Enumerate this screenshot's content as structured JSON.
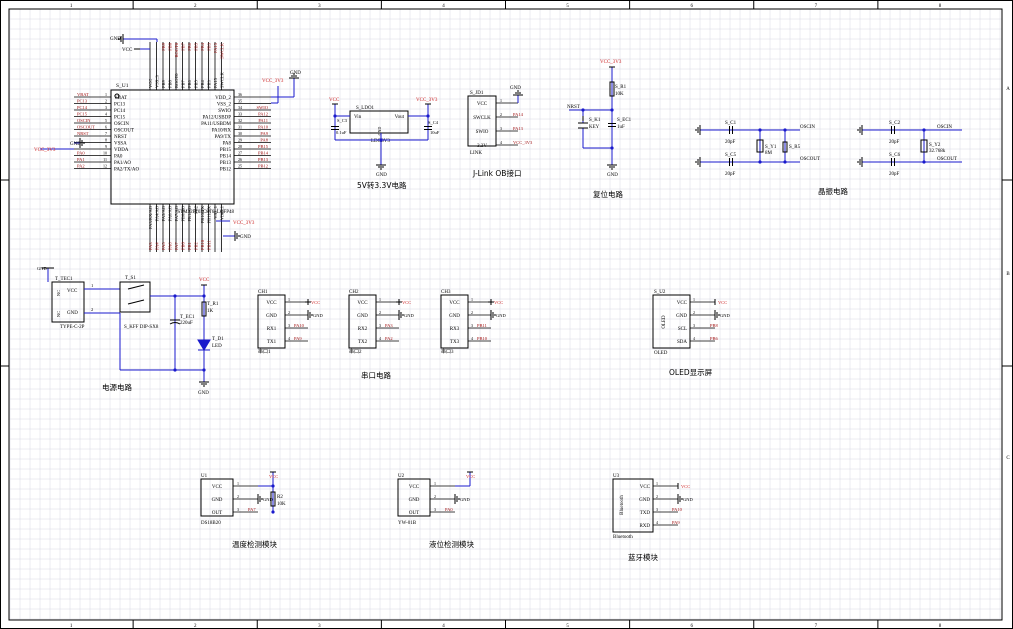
{
  "border": {
    "cols": [
      "1",
      "2",
      "3",
      "4",
      "5",
      "6",
      "7",
      "8"
    ],
    "rows": [
      "A",
      "B",
      "C"
    ]
  },
  "mcu": {
    "ref": "S_U1",
    "part": "STM32F103C8T6_LQFP48",
    "left_pins": [
      {
        "num": "1",
        "name": "VBAT",
        "net": "VBAT"
      },
      {
        "num": "2",
        "name": "PC13",
        "net": "PC13"
      },
      {
        "num": "3",
        "name": "PC14",
        "net": "PC14"
      },
      {
        "num": "4",
        "name": "PC15",
        "net": "PC15"
      },
      {
        "num": "5",
        "name": "OSCIN",
        "net": "OSCIN"
      },
      {
        "num": "6",
        "name": "OSCOUT",
        "net": "OSCOUT"
      },
      {
        "num": "7",
        "name": "NRST",
        "net": "NRST"
      },
      {
        "num": "8",
        "name": "VSSA",
        "net": ""
      },
      {
        "num": "9",
        "name": "VDDA",
        "net": ""
      },
      {
        "num": "10",
        "name": "PA0",
        "net": "PA0"
      },
      {
        "num": "11",
        "name": "PA1/AO",
        "net": "PA1"
      },
      {
        "num": "12",
        "name": "PA2/TX/AO",
        "net": "PA2"
      }
    ],
    "right_pins": [
      {
        "num": "36",
        "name": "VDD_2",
        "net": ""
      },
      {
        "num": "35",
        "name": "VSS_2",
        "net": ""
      },
      {
        "num": "34",
        "name": "SWIO",
        "net": "SWIO"
      },
      {
        "num": "33",
        "name": "PA12/USBDP",
        "net": "PA12"
      },
      {
        "num": "32",
        "name": "PA11/USBDM",
        "net": "PA11"
      },
      {
        "num": "31",
        "name": "PA10/RX",
        "net": "PA10"
      },
      {
        "num": "30",
        "name": "PA9/TX",
        "net": "PA9"
      },
      {
        "num": "29",
        "name": "PA8",
        "net": "PA8"
      },
      {
        "num": "28",
        "name": "PB15",
        "net": "PB15"
      },
      {
        "num": "27",
        "name": "PB14",
        "net": "PB14"
      },
      {
        "num": "26",
        "name": "PB13",
        "net": "PB13"
      },
      {
        "num": "25",
        "name": "PB12",
        "net": "PB12"
      }
    ],
    "top_pins": [
      {
        "name": "VCC",
        "net": ""
      },
      {
        "name": "VSS_3",
        "net": ""
      },
      {
        "name": "PB9",
        "net": "PB9"
      },
      {
        "name": "PB8",
        "net": "PB8"
      },
      {
        "name": "BOOT0",
        "net": "BOOT0"
      },
      {
        "name": "PB7",
        "net": "PB7"
      },
      {
        "name": "PB6",
        "net": "PB6"
      },
      {
        "name": "PB5",
        "net": "PB5"
      },
      {
        "name": "PB4",
        "net": "PB4"
      },
      {
        "name": "PB3",
        "net": "PB3"
      },
      {
        "name": "PA15",
        "net": "PA15"
      },
      {
        "name": "SWCLK",
        "net": "SWCLK"
      }
    ],
    "bottom_pins": [
      {
        "name": "PA3/RX/AO",
        "net": "PA3"
      },
      {
        "name": "PA4/AO",
        "net": "PA4"
      },
      {
        "name": "PA5/AO",
        "net": "PA5"
      },
      {
        "name": "PA6/AO",
        "net": "PA6"
      },
      {
        "name": "PA7/AO",
        "net": "PA7"
      },
      {
        "name": "PB0/AO",
        "net": "PB0"
      },
      {
        "name": "PB1/AO",
        "net": "PB1"
      },
      {
        "name": "PB2",
        "net": "PB2"
      },
      {
        "name": "PB10/TX",
        "net": "PB10"
      },
      {
        "name": "PB11/RX",
        "net": "PB11"
      },
      {
        "name": "VSS_1",
        "net": ""
      },
      {
        "name": "VDD_1",
        "net": ""
      }
    ],
    "labels": {
      "gnd": "GND",
      "vcc": "VCC",
      "vcc33": "VCC_3V3"
    }
  },
  "ldo": {
    "ref": "S_LDO1",
    "part": "LDO3V3",
    "vin": "Vin",
    "vout": "Vout",
    "gnd": "GND",
    "c_in": "S_C3",
    "c_in_val": "0.1uF",
    "c_out": "S_C4",
    "c_out_val": "10uF",
    "vcc": "VCC",
    "vcc33": "VCC_3V3",
    "gnd_label": "GND",
    "title": "5V转3.3V电路"
  },
  "jlink": {
    "ref": "S_JD1",
    "part": "LINK",
    "pins": [
      {
        "num": "1",
        "name": "VCC",
        "net": ""
      },
      {
        "num": "2",
        "name": "SWCLK",
        "net": "PA14"
      },
      {
        "num": "3",
        "name": "SWIO",
        "net": "PA13"
      },
      {
        "num": "4",
        "name": "3.3V",
        "net": "VCC_3V3"
      }
    ],
    "gnd": "GND",
    "title": "J-Link OB接口"
  },
  "reset": {
    "vcc33": "VCC_3V3",
    "r_ref": "S_R1",
    "r_val": "10K",
    "key_ref": "S_K1",
    "key_part": "KEY",
    "c_ref": "S_EC1",
    "c_val": "1uF",
    "net": "NRST",
    "gnd": "GND",
    "title": "复位电路"
  },
  "crystal": {
    "c1": "S_C1",
    "c2": "S_C2",
    "c5": "S_C5",
    "c6": "S_C6",
    "cap_val": "20pF",
    "y1": "S_Y1",
    "y1_val": "8M",
    "r": "S_R5",
    "y2": "S_Y2",
    "y2_val": "32.768k",
    "oscin": "OSCIN",
    "oscout": "OSCOUT",
    "title": "晶振电路"
  },
  "power": {
    "tec_ref": "T_TEC1",
    "tec_part": "TYPE-C-2P",
    "nc1": "NC",
    "nc2": "NC",
    "vcc_pin": "VCC",
    "gnd_pin": "GND",
    "pin1": "1",
    "pin2": "2",
    "sw_ref": "T_S1",
    "sw_part": "S_KFF DIP-SX8",
    "ec_ref": "T_EC1",
    "ec_val": "220uF",
    "r_ref": "T_R1",
    "r_val": "1K",
    "led_ref": "T_D1",
    "led_part": "LED",
    "vcc": "VCC",
    "gnd": "GND",
    "gnd_top": "GND",
    "title": "电源电路"
  },
  "uart": {
    "title": "串口电路",
    "ports": [
      {
        "ref": "CH1",
        "part": "串口1",
        "pins": [
          {
            "num": "1",
            "name": "VCC",
            "net": "VCC"
          },
          {
            "num": "2",
            "name": "GND",
            "net": "GND"
          },
          {
            "num": "3",
            "name": "RX1",
            "net": "PA10"
          },
          {
            "num": "4",
            "name": "TX1",
            "net": "PA9"
          }
        ]
      },
      {
        "ref": "CH2",
        "part": "串口2",
        "pins": [
          {
            "num": "1",
            "name": "VCC",
            "net": "VCC"
          },
          {
            "num": "2",
            "name": "GND",
            "net": "GND"
          },
          {
            "num": "3",
            "name": "RX2",
            "net": "PA3"
          },
          {
            "num": "4",
            "name": "TX2",
            "net": "PA2"
          }
        ]
      },
      {
        "ref": "CH3",
        "part": "串口3",
        "pins": [
          {
            "num": "1",
            "name": "VCC",
            "net": "VCC"
          },
          {
            "num": "2",
            "name": "GND",
            "net": "GND"
          },
          {
            "num": "3",
            "name": "RX3",
            "net": "PB11"
          },
          {
            "num": "4",
            "name": "TX3",
            "net": "PB10"
          }
        ]
      }
    ]
  },
  "oled": {
    "ref": "S_U2",
    "part": "OLED",
    "body": "OLED",
    "title": "OLED显示屏",
    "pins": [
      {
        "num": "1",
        "name": "VCC",
        "net": "VCC"
      },
      {
        "num": "2",
        "name": "GND",
        "net": "GND"
      },
      {
        "num": "3",
        "name": "SCL",
        "net": "PB8"
      },
      {
        "num": "4",
        "name": "SDA",
        "net": "PB6"
      }
    ]
  },
  "modules": [
    {
      "ref": "U1",
      "part": "DS18B20",
      "title": "温度检测模块",
      "r_ref": "R2",
      "r_val": "10K",
      "pins": [
        {
          "num": "1",
          "name": "VCC",
          "net": "VCC"
        },
        {
          "num": "2",
          "name": "GND",
          "net": "GND"
        },
        {
          "num": "3",
          "name": "OUT",
          "net": "PA7"
        }
      ]
    },
    {
      "ref": "U2",
      "part": "YW-01B",
      "title": "液位检测模块",
      "pins": [
        {
          "num": "1",
          "name": "VCC",
          "net": "VCC"
        },
        {
          "num": "2",
          "name": "GND",
          "net": "GND"
        },
        {
          "num": "3",
          "name": "OUT",
          "net": "PA0"
        }
      ]
    }
  ],
  "bluetooth": {
    "ref": "U3",
    "part": "Bluetooth",
    "body": "Bluetooth",
    "title": "蓝牙模块",
    "pins": [
      {
        "num": "1",
        "name": "VCC",
        "net": "VCC"
      },
      {
        "num": "2",
        "name": "GND",
        "net": "GND"
      },
      {
        "num": "3",
        "name": "TXD",
        "net": "PA10"
      },
      {
        "num": "4",
        "name": "RXD",
        "net": "PA9"
      }
    ]
  },
  "colors": {
    "wire": "#1a1acc",
    "part": "#000000",
    "text": "#000000",
    "net": "#a01010",
    "grid": "#d8d8e4",
    "border": "#000000",
    "red": "#cc2222",
    "green": "#008000"
  }
}
